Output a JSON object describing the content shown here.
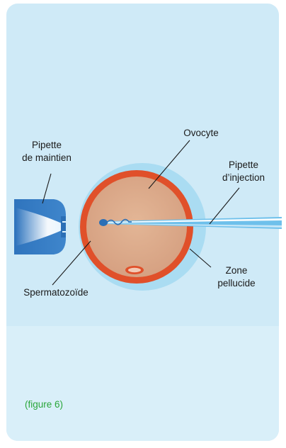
{
  "labels": {
    "holding_pipette": [
      "Pipette",
      "de maintien"
    ],
    "oocyte": "Ovocyte",
    "injection_pipette": [
      "Pipette",
      "d’injection"
    ],
    "zona_pellucida": [
      "Zone",
      "pellucide"
    ],
    "spermatozoon": "Spermatozoïde"
  },
  "caption": "(figure 6)",
  "colors": {
    "card_background": "#cfeaf7",
    "zona": "#aadcf2",
    "oocyte_membrane": "#e0502a",
    "cytoplasm": "#dca98a",
    "pipette": "#2b6fb6",
    "caption": "#2aa63a"
  }
}
